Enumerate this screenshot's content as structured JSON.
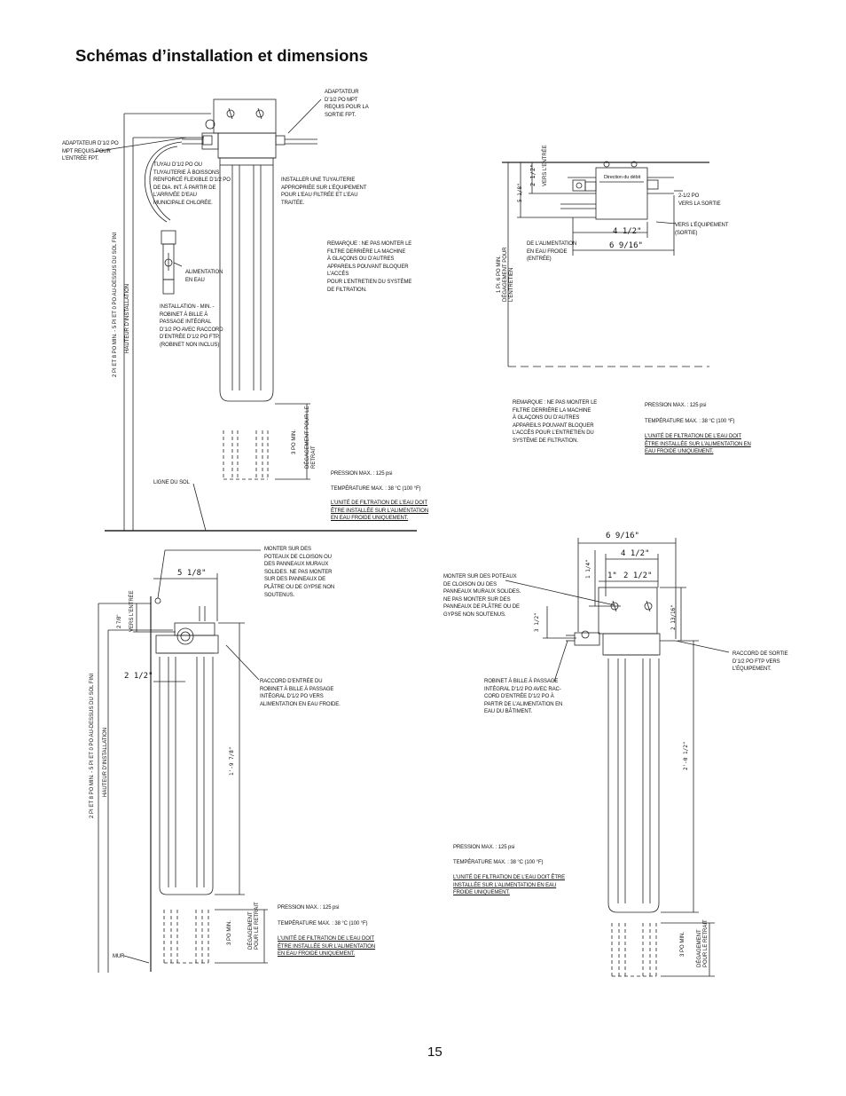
{
  "page": {
    "title": "Schémas d’installation et dimensions",
    "page_number": "15"
  },
  "d1": {
    "adapter_out": [
      "ADAPTATEUR",
      "D’1/2 PO MPT",
      "REQUIS POUR LA",
      "SORTIE FPT."
    ],
    "adapter_in": [
      "ADAPTATEUR D’1/2 PO",
      "MPT REQUIS POUR",
      "L’ENTRÉE FPT."
    ],
    "pipe": [
      "TUYAU D’1/2 PO OU",
      "TUYAUTERIE À BOISSONS",
      "RENFORCÉ FLEXIBLE D’1/2 PO",
      "DE DIA. INT. À PARTIR DE",
      "L’ARRIVÉE D’EAU",
      "MUNICIPALE CHLORÉE."
    ],
    "treated": [
      "INSTALLER UNE TUYAUTERIE",
      "APPROPRIÉE SUR L’ÉQUIPEMENT",
      "POUR L’EAU FILTRÉE ET L’EAU",
      "TRAITÉE."
    ],
    "remark": [
      "REMARQUE : NE PAS MONTER LE",
      "FILTRE DERRIÈRE LA MACHINE",
      "À GLAÇONS OU D’AUTRES",
      "APPAREILS POUVANT BLOQUER",
      "L’ACCÈS",
      "POUR L’ENTRETIEN DU SYSTÈME",
      "DE FILTRATION."
    ],
    "supply": [
      "ALIMENTATION",
      "EN EAU"
    ],
    "install": [
      "INSTALLATION - MIN. -",
      "ROBINET À BILLE À",
      "PASSAGE INTÉGRAL",
      "D’1/2 PO AVEC RACCORD",
      "D’ENTRÉE D’1/2 PO FTP.",
      "(ROBINET NON INCLUS)"
    ],
    "height_range": "2 PI ET 8 PO MIN. - 5 PI ET 0 PO AU-DESSUS DU SOL FINI",
    "height_label": "HAUTEUR D’INSTALLATION",
    "clearance_min": "3 PO MIN.",
    "clearance_label": "DÉGAGEMENT POUR LE",
    "clearance_label2": "RETRAIT",
    "floor": "LIGNE DU SOL",
    "pressure": "PRESSION MAX. : 125 psi",
    "temperature": "TEMPÉRATURE MAX. : 38 °C (100 °F)",
    "warning": [
      "L’UNITÉ DE FILTRATION DE L’EAU DOIT",
      "ÊTRE INSTALLÉE SUR L’ALIMENTATION",
      "EN EAU FROIDE UNIQUEMENT."
    ]
  },
  "d2": {
    "dim_2_1_2": "2 1/2\"",
    "vers_entree": "VERS L’ENTRÉE",
    "flow": "Direction du débit",
    "dim_5_1_8": "5 1/8\"",
    "out_pipe": [
      "2-1/2 PO",
      "VERS LA SORTIE"
    ],
    "to_equipment": [
      "VERS L’ÉQUIPEMENT",
      "(SORTIE)"
    ],
    "dim_4_1_2": "4 1/2\"",
    "from_supply": [
      "DE L’ALIMENTATION",
      "EN EAU FROIDE",
      "(ENTRÉE)"
    ],
    "dim_6_9_16": "6 9/16\"",
    "clear_1ft6": "1 PI. 6 PO MIN.",
    "clear_label": "DÉGAGEMENT POUR",
    "clear_label2": "L’ENTRETIEN",
    "remark": [
      "REMARQUE : NE PAS MONTER LE",
      "FILTRE DERRIÈRE LA MACHINE",
      "À GLAÇONS OU D’AUTRES",
      "APPAREILS POUVANT BLOQUER",
      "L’ACCÈS POUR L’ENTRETIEN DU",
      "SYSTÈME DE FILTRATION."
    ],
    "pressure": "PRESSION MAX. : 125 psi",
    "temperature": "TEMPÉRATURE MAX. : 38 °C (100 °F)",
    "warning": [
      "L’UNITÉ DE FILTRATION DE L’EAU DOIT",
      "ÊTRE INSTALLÉE SUR L’ALIMENTATION EN",
      "EAU FROIDE UNIQUEMENT."
    ]
  },
  "d3": {
    "mount": [
      "MONTER SUR DES",
      "POTEAUX DE CLOISON OU",
      "DES PANNEAUX MURAUX",
      "SOLIDES. NE PAS MONTER",
      "SUR DES PANNEAUX DE",
      "PLÂTRE OU DE GYPSE NON",
      "SOUTENUS."
    ],
    "dim_5_1_8": "5 1/8\"",
    "dim_2_7_8": "2 7/8\"",
    "vers_entree": "VERS L’ENTRÉE",
    "dim_2_1_2": "2 1/2\"",
    "inlet": [
      "RACCORD D’ENTRÉE DU",
      "ROBINET À BILLE À PASSAGE",
      "INTÉGRAL D’1/2 PO VERS",
      "ALIMENTATION EN EAU FROIDE."
    ],
    "dim_1_9_7_8": "1'-9 7/8\"",
    "height_range": "2 PI ET 8 PO MIN. - 5 PI ET 0 PO AU-DESSUS DU SOL FINI",
    "height_label": "HAUTEUR D’INSTALLATION",
    "clearance_min": "3 PO MIN.",
    "clearance_label": "DÉGAGEMENT",
    "clearance_label2": "POUR LE RETRAIT",
    "wall": "MUR",
    "pressure": "PRESSION MAX. : 125 psi",
    "temperature": "TEMPÉRATURE MAX. : 38 °C (100 °F)",
    "warning": [
      "L’UNITÉ DE FILTRATION DE L’EAU DOIT",
      "ÊTRE INSTALLÉE SUR L’ALIMENTATION",
      "EN EAU FROIDE UNIQUEMENT."
    ]
  },
  "d4": {
    "dim_6_9_16": "6 9/16\"",
    "dim_4_1_2": "4 1/2\"",
    "dim_1_1_4": "1 1/4\"",
    "dim_1": "1\"",
    "dim_2_1_2": "2 1/2\"",
    "mount": [
      "MONTER SUR DES POTEAUX",
      "DE CLOISON OU DES",
      "PANNEAUX MURAUX SOLIDES.",
      "NE PAS MONTER SUR DES",
      "PANNEAUX DE PLÂTRE OU DE",
      "GYPSE NON SOUTENUS."
    ],
    "dim_3_1_2": "3 1/2\"",
    "dim_2_13_16": "2 13/16\"",
    "outlet": [
      "RACCORD DE SORTIE",
      "D’1/2 PO FTP VERS",
      "L’ÉQUIPEMENT."
    ],
    "valve": [
      "ROBINET À BILLE À PASSAGE",
      "INTÉGRAL D’1/2 PO AVEC RAC-",
      "CORD D’ENTRÉE D’1/2 PO À",
      "PARTIR DE L’ALIMENTATION EN",
      "EAU DU BÂTIMENT."
    ],
    "dim_2_0_1_2": "2'-0 1/2\"",
    "pressure": "PRESSION MAX. : 125 psi",
    "temperature": "TEMPÉRATURE MAX. : 38 °C (100 °F)",
    "warning": [
      "L’UNITÉ DE FILTRATION DE L’EAU DOIT ÊTRE",
      "INSTALLÉE SUR L’ALIMENTATION EN EAU",
      "FROIDE UNIQUEMENT."
    ],
    "clearance_min": "3 PO MIN.",
    "clearance_label": "DÉGAGEMENT",
    "clearance_label2": "POUR LE RETRAIT"
  }
}
